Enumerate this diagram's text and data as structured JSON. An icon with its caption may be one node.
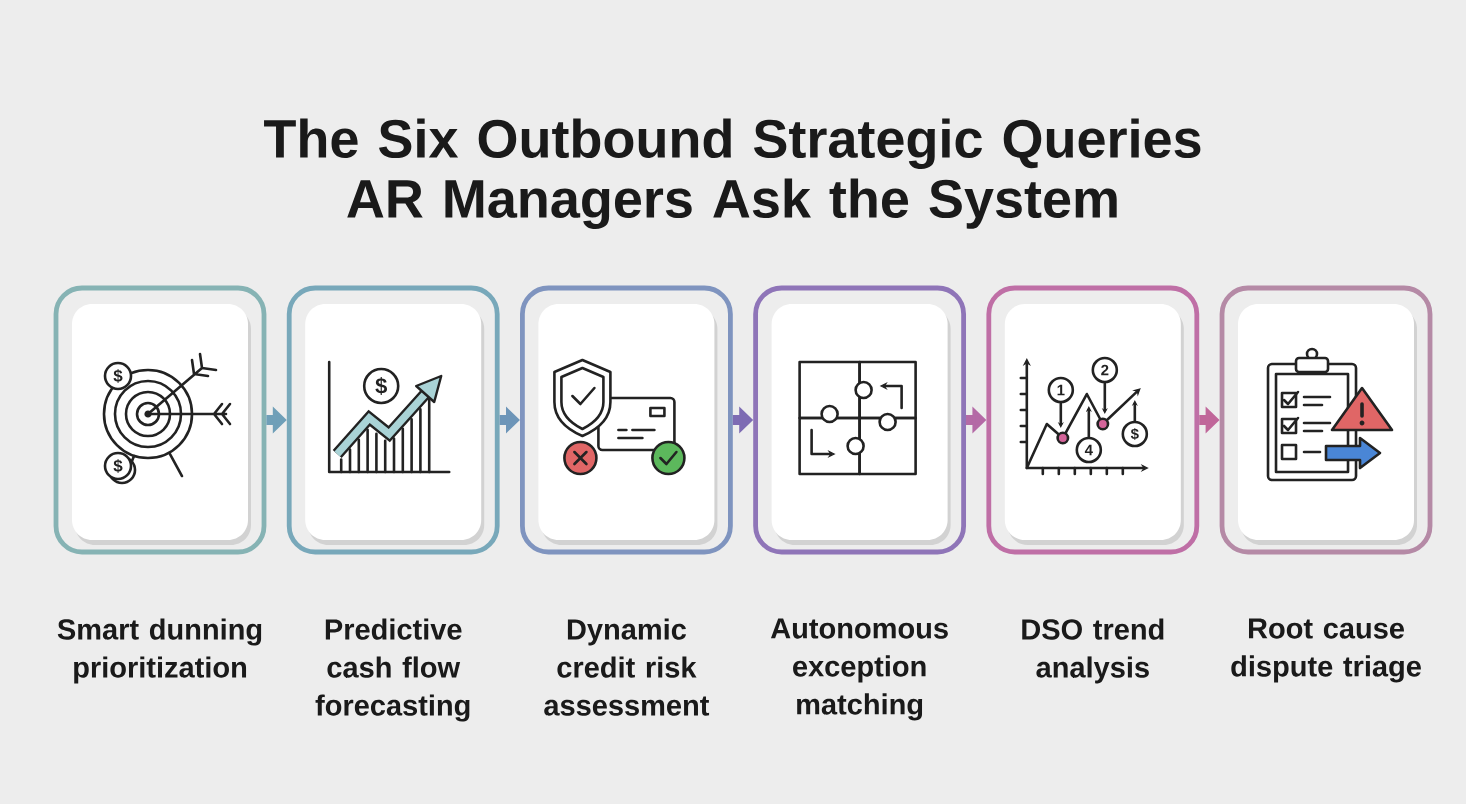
{
  "diagram": {
    "title": "The Six Outbound Strategic Queries AR Managers Ask the System",
    "nodes": [
      {
        "text": [
          "Smart dunning prioritization"
        ]
      },
      {
        "text": [
          "Predictive cash flow forecasting"
        ]
      },
      {
        "text": [
          "Dynamic credit risk assessment"
        ]
      },
      {
        "text": [
          "Autonomous exception matching"
        ]
      },
      {
        "text": [
          "DSO trend analysis"
        ]
      },
      {
        "text": [
          "Root cause dispute triage"
        ]
      }
    ],
    "edges": [
      {
        "from": 0,
        "to": 1,
        "arrow": "to",
        "color": "#6f9fb8"
      },
      {
        "from": 1,
        "to": 2,
        "arrow": "to",
        "color": "#6d95b8"
      },
      {
        "from": 2,
        "to": 3,
        "arrow": "to",
        "color": "#7d6bb3"
      },
      {
        "from": 3,
        "to": 4,
        "arrow": "to",
        "color": "#b46aa6"
      },
      {
        "from": 4,
        "to": 5,
        "arrow": "to",
        "color": "#c0679a"
      }
    ],
    "labels": [
      "$",
      "$",
      "$",
      "1",
      "2",
      "4",
      "$"
    ]
  }
}
